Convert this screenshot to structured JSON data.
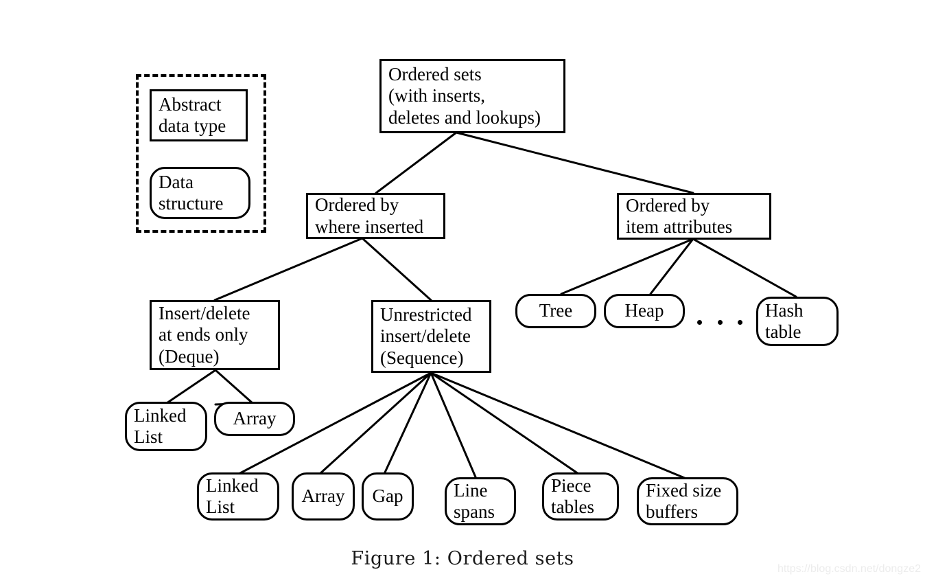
{
  "figure": {
    "caption": "Figure 1:  Ordered sets",
    "watermark": "https://blog.csdn.net/dongze2",
    "ellipsis": "...",
    "colors": {
      "stroke": "#000000",
      "background": "#ffffff",
      "watermark": "#ececec"
    }
  },
  "legend": {
    "abstract_data_type": {
      "line1": "Abstract",
      "line2": "data type"
    },
    "data_structure": {
      "line1": "Data",
      "line2": "structure"
    }
  },
  "nodes": {
    "root": {
      "line1": "Ordered sets",
      "line2": "(with inserts,",
      "line3": "deletes and lookups)"
    },
    "ordered_by_where_inserted": {
      "line1": "Ordered by",
      "line2": "where inserted"
    },
    "ordered_by_item_attributes": {
      "line1": "Ordered by",
      "line2": "item attributes"
    },
    "deque": {
      "line1": "Insert/delete",
      "line2": "at ends only",
      "line3": "(Deque)"
    },
    "sequence": {
      "line1": "Unrestricted",
      "line2": "insert/delete",
      "line3": "(Sequence)"
    },
    "tree": {
      "line1": "Tree"
    },
    "heap": {
      "line1": "Heap"
    },
    "hash_table": {
      "line1": "Hash",
      "line2": "table"
    },
    "deque_linked_list": {
      "line1": "Linked",
      "line2": "List"
    },
    "deque_array": {
      "line1": "Array"
    },
    "seq_linked_list": {
      "line1": "Linked",
      "line2": "List"
    },
    "seq_array": {
      "line1": "Array"
    },
    "seq_gap": {
      "line1": "Gap"
    },
    "seq_line_spans": {
      "line1": "Line",
      "line2": "spans"
    },
    "seq_piece_tables": {
      "line1": "Piece",
      "line2": "tables"
    },
    "seq_fixed_size_buffers": {
      "line1": "Fixed size",
      "line2": "buffers"
    }
  },
  "chart_data": {
    "type": "diagram",
    "title": "Ordered sets",
    "node_kinds": {
      "rectangle": "abstract data type",
      "rounded": "data structure"
    },
    "tree": [
      {
        "id": "root",
        "kind": "abstract data type",
        "label": "Ordered sets (with inserts, deletes and lookups)",
        "children": [
          {
            "id": "ordered_by_where_inserted",
            "kind": "abstract data type",
            "label": "Ordered by where inserted",
            "children": [
              {
                "id": "deque",
                "kind": "abstract data type",
                "label": "Insert/delete at ends only (Deque)",
                "children": [
                  {
                    "id": "deque_linked_list",
                    "kind": "data structure",
                    "label": "Linked List"
                  },
                  {
                    "id": "deque_array",
                    "kind": "data structure",
                    "label": "Array"
                  }
                ]
              },
              {
                "id": "sequence",
                "kind": "abstract data type",
                "label": "Unrestricted insert/delete (Sequence)",
                "children": [
                  {
                    "id": "seq_linked_list",
                    "kind": "data structure",
                    "label": "Linked List"
                  },
                  {
                    "id": "seq_array",
                    "kind": "data structure",
                    "label": "Array"
                  },
                  {
                    "id": "seq_gap",
                    "kind": "data structure",
                    "label": "Gap"
                  },
                  {
                    "id": "seq_line_spans",
                    "kind": "data structure",
                    "label": "Line spans"
                  },
                  {
                    "id": "seq_piece_tables",
                    "kind": "data structure",
                    "label": "Piece tables"
                  },
                  {
                    "id": "seq_fixed_size_buffers",
                    "kind": "data structure",
                    "label": "Fixed size buffers"
                  }
                ]
              }
            ]
          },
          {
            "id": "ordered_by_item_attributes",
            "kind": "abstract data type",
            "label": "Ordered by item attributes",
            "children": [
              {
                "id": "tree",
                "kind": "data structure",
                "label": "Tree"
              },
              {
                "id": "heap",
                "kind": "data structure",
                "label": "Heap"
              },
              {
                "id": "ellipsis",
                "kind": "annotation",
                "label": "..."
              },
              {
                "id": "hash_table",
                "kind": "data structure",
                "label": "Hash table"
              }
            ]
          }
        ]
      }
    ]
  }
}
